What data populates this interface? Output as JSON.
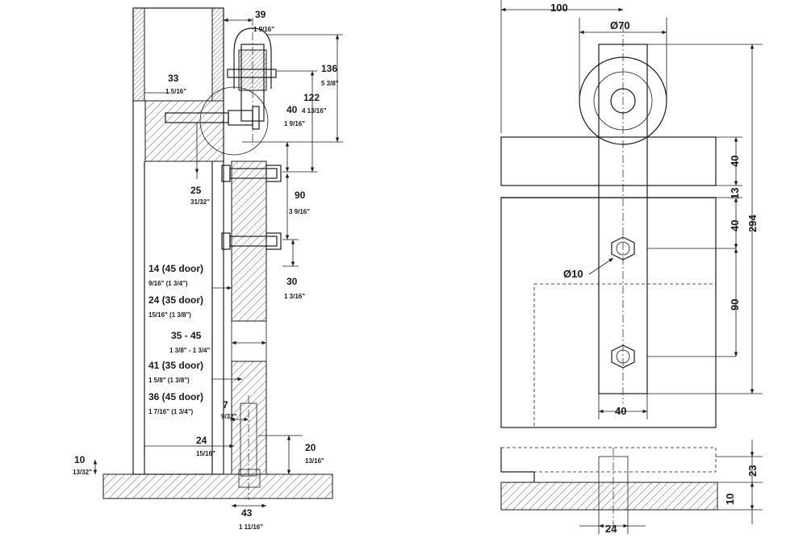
{
  "side_view": {
    "dim_39": "39",
    "dim_39_in": "1 9/16\"",
    "dim_136": "136",
    "dim_136_in": "5 3/8\"",
    "dim_122": "122",
    "dim_122_in": "4 13/16\"",
    "dim_33": "33",
    "dim_33_in": "1 5/16\"",
    "dim_40": "40",
    "dim_40_in": "1 9/16\"",
    "dim_25": "25",
    "dim_25_in": "31/32\"",
    "dim_90": "90",
    "dim_90_in": "3 9/16\"",
    "dim_30": "30",
    "dim_30_in": "1 3/16\"",
    "door45_14": "14 (45 door)",
    "door45_14_in": "9/16\" (1 3/4\")",
    "door35_24": "24 (35 door)",
    "door35_24_in": "15/16\" (1 3/8\")",
    "dim_35_45": "35 - 45",
    "dim_35_45_in": "1 3/8\" - 1 3/4\"",
    "door35_41": "41 (35 door)",
    "door35_41_in": "1 5/8\" (1 3/8\")",
    "door45_36": "36 (45 door)",
    "door45_36_in": "1 7/16\" (1 3/4\")",
    "dim_7": "7",
    "dim_7_in": "9/32\"",
    "dim_24": "24",
    "dim_24_in": "15/16\"",
    "dim_20": "20",
    "dim_20_in": "13/16\"",
    "dim_10": "10",
    "dim_10_in": "13/32\"",
    "dim_43": "43",
    "dim_43_in": "1 11/16\""
  },
  "front_view": {
    "dim_100": "100",
    "dim_70": "Ø70",
    "dim_10": "Ø10",
    "dim_40a": "40",
    "dim_13": "13",
    "dim_40b": "40",
    "dim_294": "294",
    "dim_90": "90",
    "dim_40_width": "40",
    "dim_23": "23",
    "dim_10_bottom": "10",
    "dim_24": "24"
  }
}
